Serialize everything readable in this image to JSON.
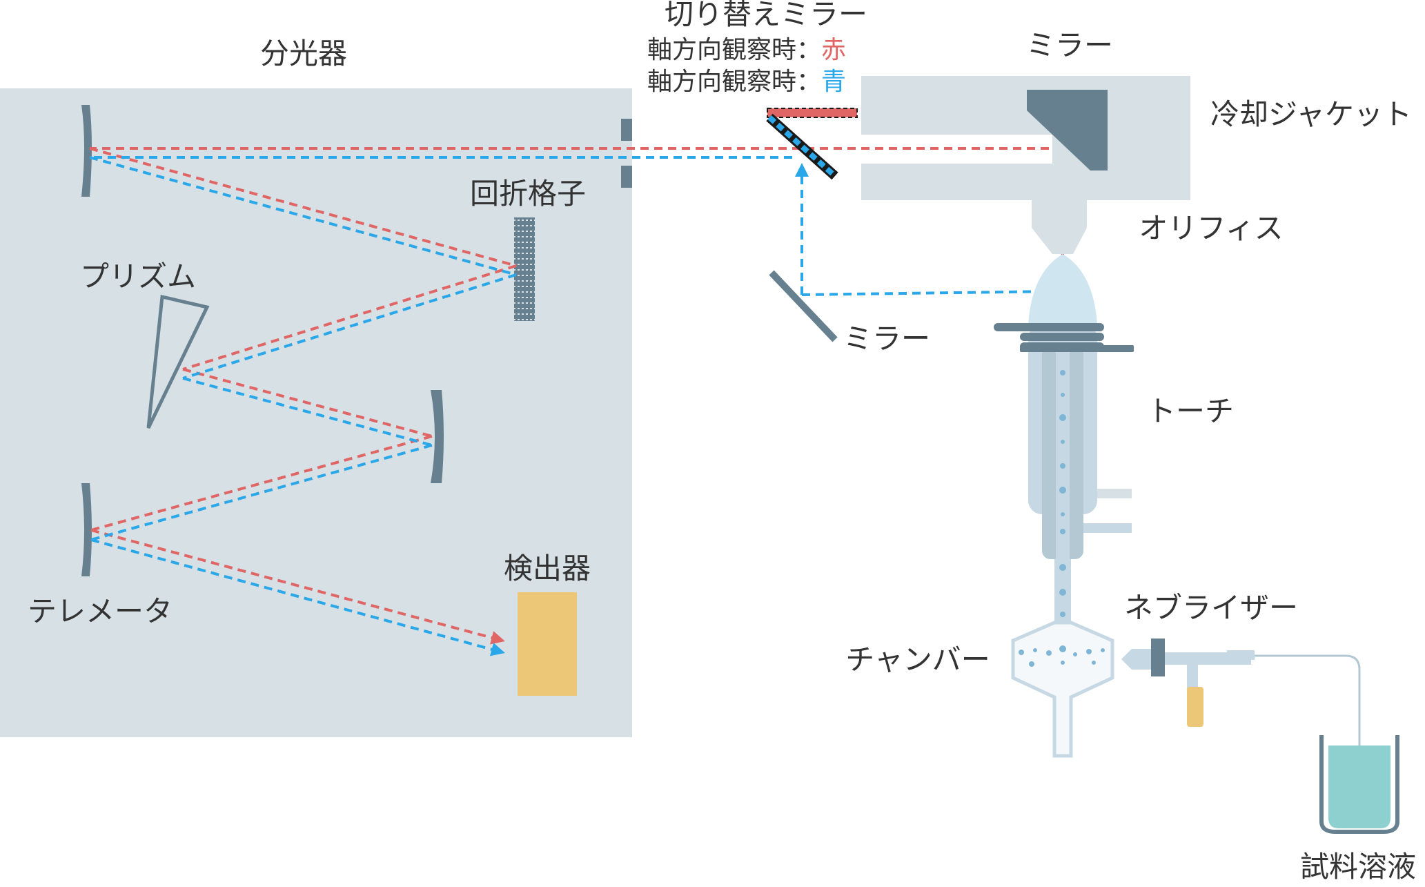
{
  "labels": {
    "spectrometer": "分光器",
    "switch_mirror": "切り替えミラー",
    "axial_line": "軸方向観察時：",
    "axial_line_2": "軸方向観察時：",
    "red_word": "赤",
    "blue_word": "青",
    "mirror_top": "ミラー",
    "cooling_jacket": "冷却ジャケット",
    "grating": "回折格子",
    "orifice": "オリフィス",
    "prism": "プリズム",
    "mirror_side": "ミラー",
    "torch": "トーチ",
    "telemeter": "テレメータ",
    "detector": "検出器",
    "nebulizer": "ネブライザー",
    "chamber": "チャンバー",
    "sample": "試料溶液"
  },
  "colors": {
    "red_beam": "#e06666",
    "blue_beam": "#2aa7e8",
    "box_fill": "#d6e0e5",
    "optic_dark": "#66808f",
    "detector": "#ecc777",
    "solution": "#8ecfd0",
    "torch_fill": "#c6d8e3",
    "plasma": "#cfe6f1"
  }
}
